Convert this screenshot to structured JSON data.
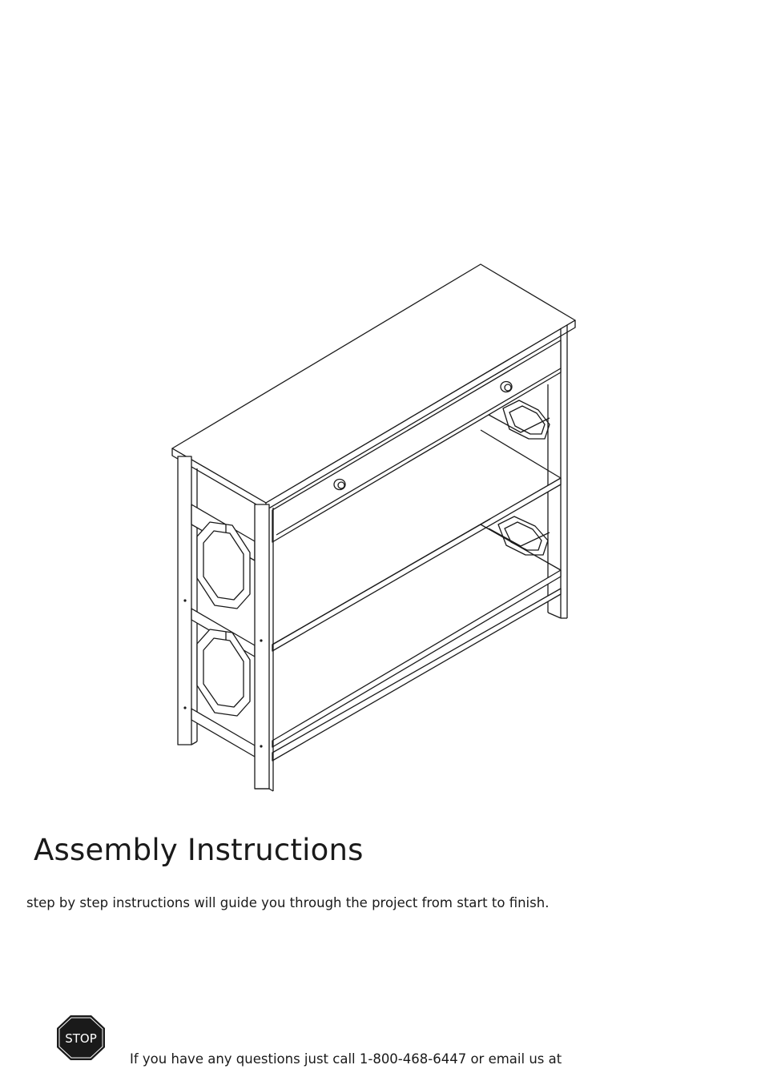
{
  "document": {
    "title": "Assembly Instructions",
    "subtitle": "step by step instructions will guide you through the project from start to finish.",
    "stop_sign": {
      "label": "STOP",
      "color": "#1a1a1a",
      "icon": "stop-sign-icon"
    },
    "contact_text": "If you have any questions just call 1-800-468-6447 or email us at"
  }
}
